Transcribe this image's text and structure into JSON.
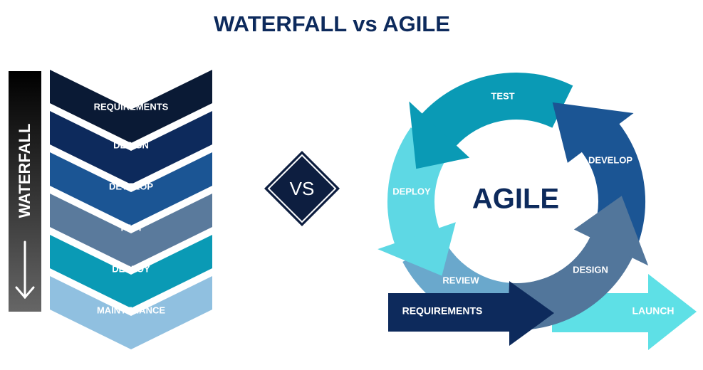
{
  "title": "WATERFALL vs AGILE",
  "waterfall": {
    "side_label": "WATERFALL",
    "arrow_icon": "arrow-down-icon",
    "steps": [
      {
        "label": "REQUIREMENTS",
        "color": "#0a1a35"
      },
      {
        "label": "DESIGN",
        "color": "#0d2a5c"
      },
      {
        "label": "DEVELOP",
        "color": "#1b5594"
      },
      {
        "label": "TEST",
        "color": "#5a7a9c"
      },
      {
        "label": "DEPLOY",
        "color": "#0a9ab5"
      },
      {
        "label": "MAINTENANCE",
        "color": "#90c0e0"
      }
    ]
  },
  "vs_label": "VS",
  "agile": {
    "center_label": "AGILE",
    "stages": {
      "test": {
        "label": "TEST",
        "color": "#0a9ab5"
      },
      "develop": {
        "label": "DEVELOP",
        "color": "#1b5594"
      },
      "design": {
        "label": "DESIGN",
        "color": "#52769b"
      },
      "review": {
        "label": "REVIEW",
        "color": "#6aa8cc"
      },
      "deploy": {
        "label": "DEPLOY",
        "color": "#5ed8e4"
      }
    },
    "requirements": {
      "label": "REQUIREMENTS",
      "color": "#0d2a5c"
    },
    "launch": {
      "label": "LAUNCH",
      "color": "#5ee0e6"
    }
  }
}
